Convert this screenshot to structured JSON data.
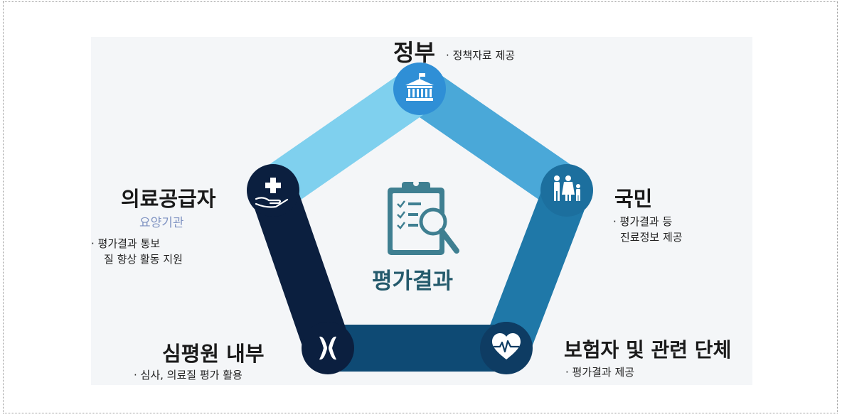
{
  "center": {
    "label": "평가결과",
    "icon": "clipboard-magnifier-icon",
    "color": "#3f7f91"
  },
  "nodes": {
    "government": {
      "title": "정부",
      "notes": [
        "· 정책자료 제공"
      ],
      "icon": "government-building-icon",
      "color": "#2f8fd6"
    },
    "citizens": {
      "title": "국민",
      "notes": [
        "· 평가결과 등",
        "진료정보 제공"
      ],
      "icon": "family-icon",
      "color": "#1c6f9e"
    },
    "insurers": {
      "title": "보험자 및 관련 단체",
      "notes": [
        "· 평가결과 제공"
      ],
      "icon": "heart-pulse-icon",
      "color": "#0e3c63"
    },
    "internal": {
      "title": "심평원 내부",
      "notes": [
        "· 심사, 의료질 평가 활용"
      ],
      "icon": "chromosome-icon",
      "color": "#0b1f3f"
    },
    "providers": {
      "title": "의료공급자",
      "subtitle": "요양기관",
      "notes": [
        "· 평가결과 통보",
        "질 향상 활동 지원"
      ],
      "icon": "medical-care-hand-icon",
      "color": "#0b1f3f"
    }
  },
  "edges": {
    "gov_cit": "#4aa8d8",
    "cit_ins": "#1f78a8",
    "ins_int": "#0e4a74",
    "int_pro": "#0b1f3f",
    "pro_gov": "#7fd0ee"
  }
}
